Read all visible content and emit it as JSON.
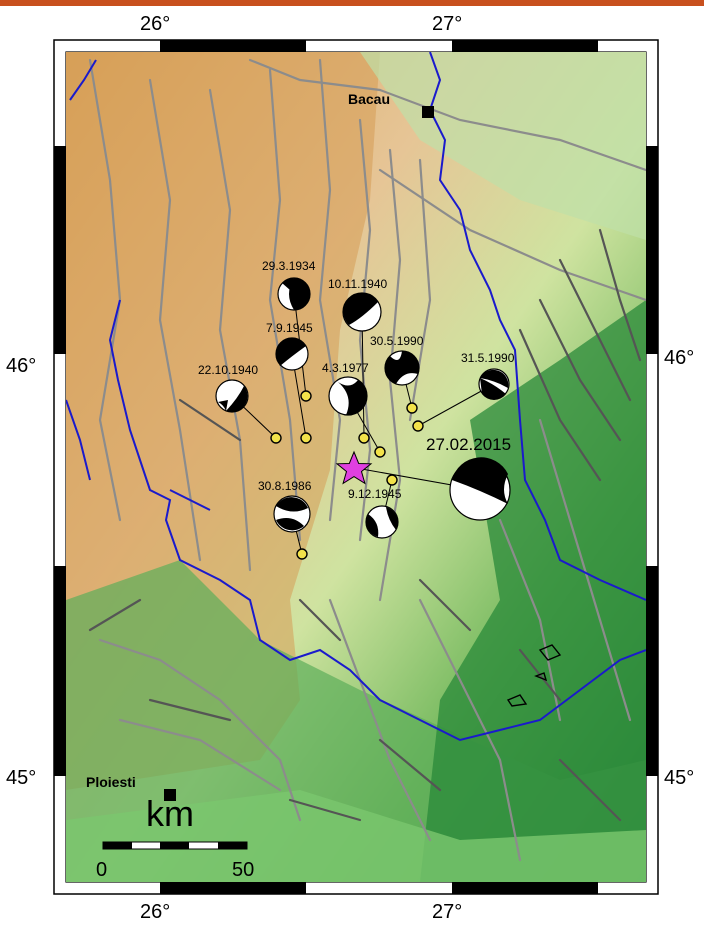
{
  "map": {
    "lon_labels": [
      "26°",
      "27°"
    ],
    "lat_labels": [
      "46°",
      "45°"
    ],
    "cities": [
      {
        "name": "Bacau"
      },
      {
        "name": "Ploiesti"
      }
    ],
    "events": [
      {
        "date": "29.3.1934"
      },
      {
        "date": "10.11.1940"
      },
      {
        "date": "7.9.1945"
      },
      {
        "date": "30.5.1990"
      },
      {
        "date": "22.10.1940"
      },
      {
        "date": "4.3.1977"
      },
      {
        "date": "31.5.1990"
      },
      {
        "date": "27.02.2015"
      },
      {
        "date": "30.8.1986"
      },
      {
        "date": "9.12.1945"
      }
    ],
    "scale": {
      "unit": "km",
      "ticks": [
        "0",
        "50"
      ]
    },
    "colors": {
      "frame": "#000000",
      "river": "#1a1acc",
      "fault": "#8c8c8c",
      "fault_dark": "#555555",
      "epicenter": "#e040e0",
      "station": "#f2e24a"
    }
  }
}
